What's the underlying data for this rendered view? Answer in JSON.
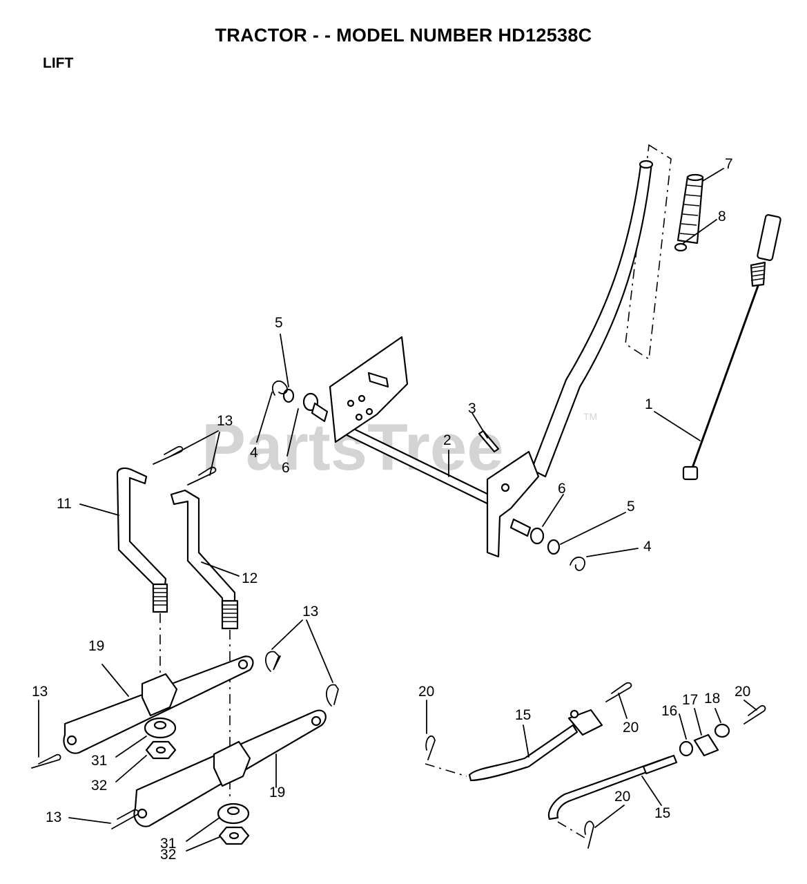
{
  "title": "TRACTOR - - MODEL NUMBER HD12538C",
  "subtitle": "LIFT",
  "watermark": "PartsTree",
  "watermark_tm": "TM",
  "callouts": [
    "7",
    "8",
    "5",
    "3",
    "2",
    "1",
    "4",
    "6",
    "13",
    "11",
    "12",
    "6",
    "5",
    "4",
    "13",
    "19",
    "13",
    "31",
    "32",
    "19",
    "13",
    "31",
    "32",
    "20",
    "15",
    "20",
    "16",
    "17",
    "18",
    "20",
    "20",
    "15"
  ]
}
